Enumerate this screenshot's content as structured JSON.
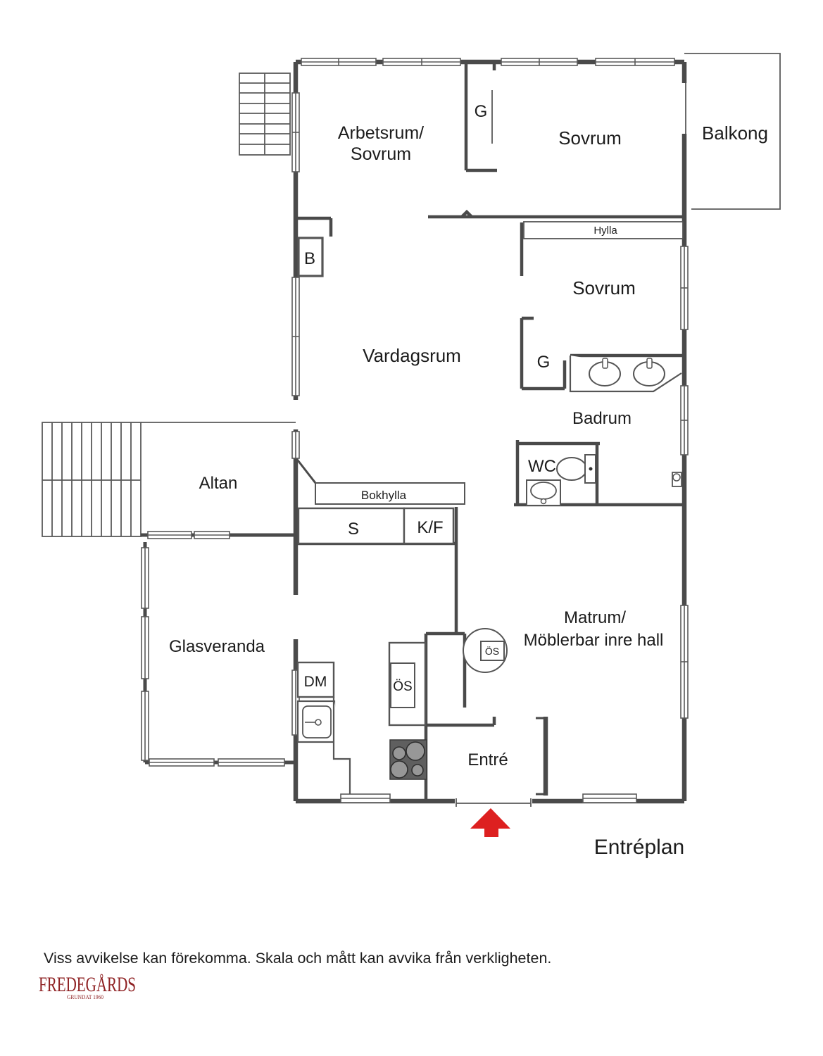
{
  "plan": {
    "floor_label": "Entréplan",
    "rooms": {
      "arbetsrum_line1": "Arbetsrum/",
      "arbetsrum_line2": "Sovrum",
      "sovrum_top": "Sovrum",
      "balkong": "Balkong",
      "hylla": "Hylla",
      "sovrum_mid": "Sovrum",
      "vardagsrum": "Vardagsrum",
      "badrum": "Badrum",
      "wc": "WC",
      "altan": "Altan",
      "bokhylla": "Bokhylla",
      "glasveranda": "Glasveranda",
      "matrum_line1": "Matrum/",
      "matrum_line2": "Möblerbar inre hall",
      "entre": "Entré"
    },
    "fixtures": {
      "garderob_top": "G",
      "garderob_mid": "G",
      "braskamin": "B",
      "skap": "S",
      "kyl_frys": "K/F",
      "diskmaskin": "DM",
      "oppen_spis_kitchen": "ÖS",
      "oppen_spis_round": "ÖS"
    }
  },
  "footer": {
    "disclaimer": "Viss avvikelse kan förekomma. Skala och mått kan avvika från verkligheten.",
    "brand": "FREDEGÅRDS",
    "brand_subtitle": "GRUNDAT 1960"
  },
  "colors": {
    "wall": "#4a4a4a",
    "entrance_arrow": "#dd2020",
    "brand_red": "#8e2022"
  }
}
